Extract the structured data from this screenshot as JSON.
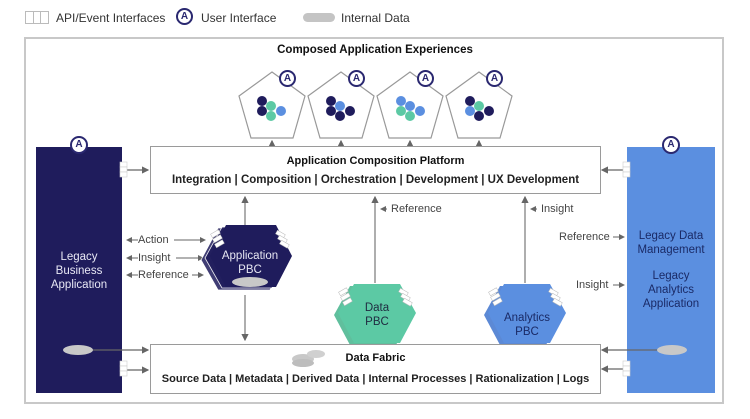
{
  "legend": {
    "api": "API/Event Interfaces",
    "ui": "User Interface",
    "data": "Internal Data"
  },
  "composed": {
    "title": "Composed Application Experiences"
  },
  "platform": {
    "title": "Application Composition Platform",
    "items": "Integration | Composition | Orchestration | Development | UX Development"
  },
  "fabric": {
    "title": "Data Fabric",
    "items": "Source Data | Metadata | Derived Data | Internal Processes | Rationalization | Logs"
  },
  "left_app": {
    "line1": "Legacy",
    "line2": "Business",
    "line3": "Application"
  },
  "right_app": {
    "line1": "Legacy Data",
    "line2": "Management",
    "line3": "Legacy",
    "line4": "Analytics",
    "line5": "Application"
  },
  "pbcs": {
    "application": {
      "line1": "Application",
      "line2": "PBC"
    },
    "data": {
      "line1": "Data",
      "line2": "PBC"
    },
    "analytics": {
      "line1": "Analytics",
      "line2": "PBC"
    }
  },
  "arrows": {
    "action": "Action",
    "insight": "Insight",
    "reference": "Reference",
    "ref_data": "Reference",
    "insight_analytics": "Insight",
    "right_reference": "Reference",
    "right_insight": "Insight"
  },
  "colors": {
    "navy": "#1f1c5c",
    "blue": "#5b8fe0",
    "teal": "#5cc9a4",
    "gray": "#c4c4c4"
  }
}
